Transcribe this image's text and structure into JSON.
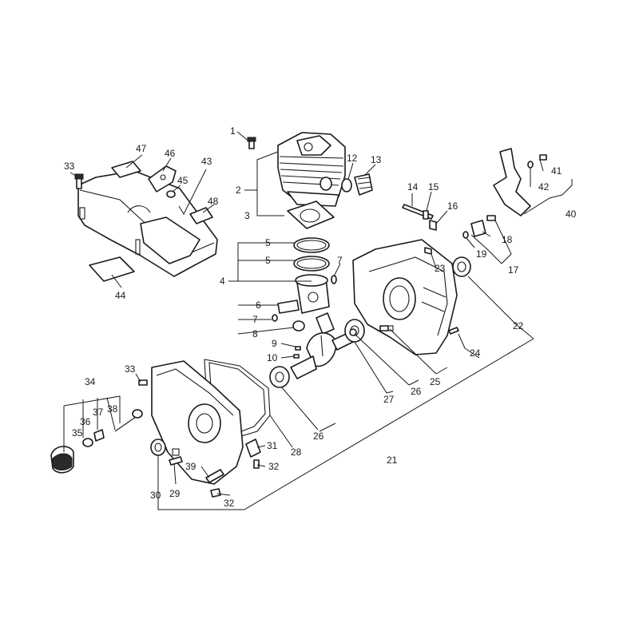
{
  "callouts": [
    {
      "id": "1",
      "text": "1"
    },
    {
      "id": "2",
      "text": "2"
    },
    {
      "id": "3",
      "text": "3"
    },
    {
      "id": "4",
      "text": "4"
    },
    {
      "id": "5a",
      "text": "5"
    },
    {
      "id": "5b",
      "text": "5"
    },
    {
      "id": "6",
      "text": "6"
    },
    {
      "id": "7a",
      "text": "7"
    },
    {
      "id": "7b",
      "text": "7"
    },
    {
      "id": "8",
      "text": "8"
    },
    {
      "id": "9",
      "text": "9"
    },
    {
      "id": "10",
      "text": "10"
    },
    {
      "id": "12",
      "text": "12"
    },
    {
      "id": "13",
      "text": "13"
    },
    {
      "id": "14",
      "text": "14"
    },
    {
      "id": "15",
      "text": "15"
    },
    {
      "id": "16",
      "text": "16"
    },
    {
      "id": "17",
      "text": "17"
    },
    {
      "id": "18",
      "text": "18"
    },
    {
      "id": "19",
      "text": "19"
    },
    {
      "id": "21",
      "text": "21"
    },
    {
      "id": "22",
      "text": "22"
    },
    {
      "id": "23",
      "text": "23"
    },
    {
      "id": "24",
      "text": "24"
    },
    {
      "id": "25",
      "text": "25"
    },
    {
      "id": "26a",
      "text": "26"
    },
    {
      "id": "26b",
      "text": "26"
    },
    {
      "id": "27",
      "text": "27"
    },
    {
      "id": "28",
      "text": "28"
    },
    {
      "id": "29",
      "text": "29"
    },
    {
      "id": "30",
      "text": "30"
    },
    {
      "id": "31",
      "text": "31"
    },
    {
      "id": "32a",
      "text": "32"
    },
    {
      "id": "32b",
      "text": "32"
    },
    {
      "id": "33a",
      "text": "33"
    },
    {
      "id": "33b",
      "text": "33"
    },
    {
      "id": "34",
      "text": "34"
    },
    {
      "id": "35",
      "text": "35"
    },
    {
      "id": "36",
      "text": "36"
    },
    {
      "id": "37",
      "text": "37"
    },
    {
      "id": "38",
      "text": "38"
    },
    {
      "id": "39",
      "text": "39"
    },
    {
      "id": "40",
      "text": "40"
    },
    {
      "id": "41",
      "text": "41"
    },
    {
      "id": "42",
      "text": "42"
    },
    {
      "id": "43",
      "text": "43"
    },
    {
      "id": "44",
      "text": "44"
    },
    {
      "id": "45",
      "text": "45"
    },
    {
      "id": "46",
      "text": "46"
    },
    {
      "id": "47",
      "text": "47"
    },
    {
      "id": "48",
      "text": "48"
    }
  ]
}
